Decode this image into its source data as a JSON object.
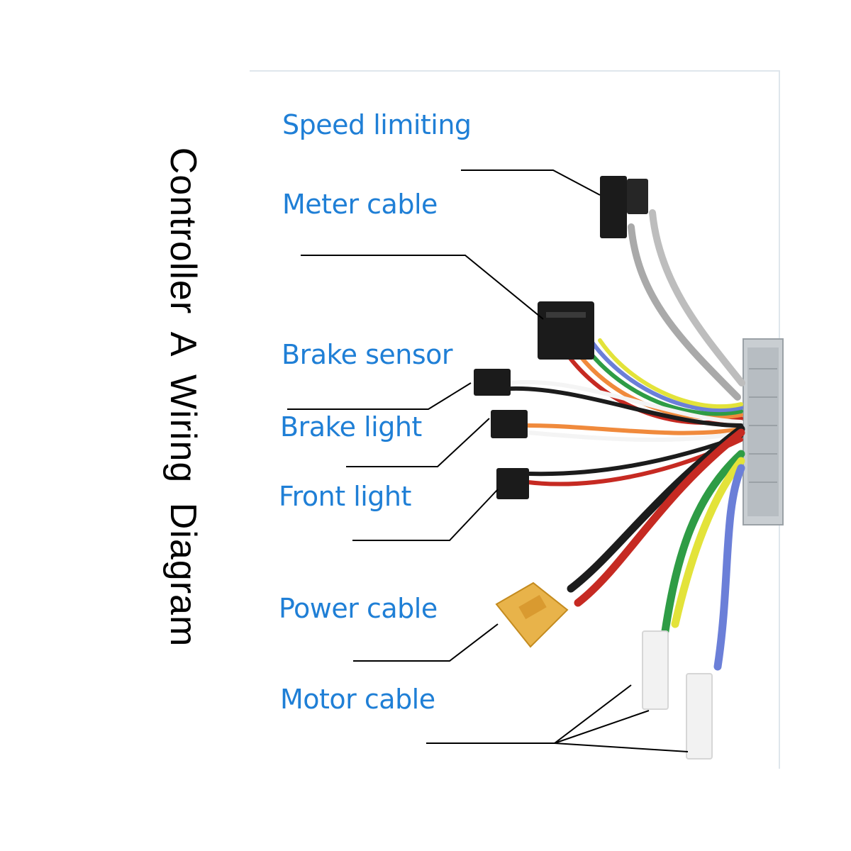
{
  "title": "Controller A  Wiring Diagram",
  "labels": {
    "speed_limiting": "Speed limiting",
    "meter_cable": "Meter cable",
    "brake_sensor": "Brake sensor",
    "brake_light": "Brake light",
    "front_light": "Front light",
    "power_cable": "Power cable",
    "motor_cable": "Motor cable"
  },
  "colors": {
    "label_text": "#1f7fd6",
    "leader_line": "#000000",
    "controller_body": "#c9ced2",
    "connector": "#1b1b1b",
    "power_plug": "#e8b34a",
    "wire_gray": "#a9a9a9",
    "wire_red": "#c62a22",
    "wire_black": "#1c1c1c",
    "wire_green": "#2e9c45",
    "wire_yellow": "#e3e33a",
    "wire_blue": "#6b7fd8",
    "wire_orange": "#f08a3c",
    "wire_white": "#f4f4f4"
  }
}
